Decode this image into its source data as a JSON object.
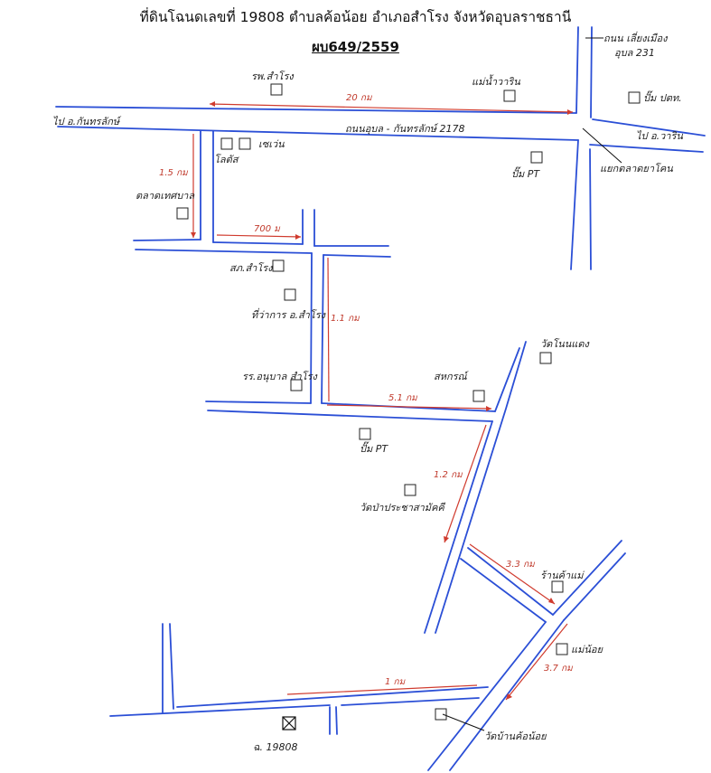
{
  "title": "ที่ดินโฉนดเลขที่ 19808 ตำบลค้อน้อย อำเภอสำโรง จังหวัดอุบลราชธานี",
  "subtitle": "ผบ649/2559",
  "roads": {
    "main_road": "ถนนอุบล - กันทรลักษ์ 2178",
    "to_kanthararak": "ไป อ.กันทรลักษ์",
    "to_warin": "ไป อ.วาริน",
    "junction": "แยกตลาดยาโคน",
    "highway_label": "ถนน เลี่ยงเมือง",
    "highway_sub": "อุบล 231"
  },
  "landmarks": {
    "school_samrong": "รพ.สำโรง",
    "mae_warin": "แม่น้ำวาริน",
    "gas_station_top": "ปั๊ม ปตท.",
    "pt_top": "ปั๊ม PT",
    "shop_one": "โลตัส",
    "shop_two": "เซเว่น",
    "market": "ตลาดเทศบาล",
    "police": "สภ.สำโรง",
    "district_office": "ที่ว่าการ อ.สำโรง",
    "school_mid": "รร.อนุบาล สำโรง",
    "temple_right": "วัดโนนแดง",
    "sahakorn": "สหกรณ์",
    "pt_mid": "ปั๊ม PT",
    "temple_mid": "วัดป่าประชาสามัคคี",
    "shop_right": "ร้านค้าแม่",
    "mae_noi": "แม่น้อย",
    "temple_bottom": "วัดบ้านค้อน้อย",
    "parcel": "ฉ. 19808"
  },
  "distances": {
    "main_20km": "20 กม",
    "km_1_5": "1.5 กม",
    "m_700": "700 ม",
    "km_1_1": "1.1 กม",
    "km_5_1": "5.1 กม",
    "km_1_2": "1.2 กม",
    "km_3_3": "3.3 กม",
    "km_3_7": "3.7 กม",
    "km_1": "1 กม"
  },
  "colors": {
    "road": "#2b4fd6",
    "distance": "#d03b2e",
    "ink": "#222222"
  }
}
